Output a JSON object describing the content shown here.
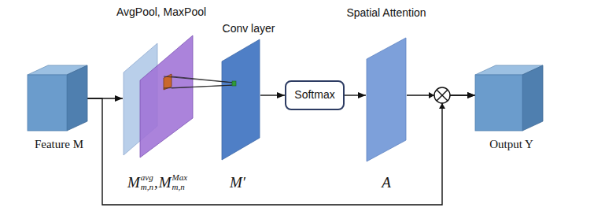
{
  "diagram": {
    "nodes": [
      {
        "text": [
          "Feature M"
        ]
      },
      {
        "text": [
          "AvgPool, MaxPool",
          "M",
          "avg",
          "m,n",
          ",",
          "M",
          "Max",
          "m,n"
        ]
      },
      {
        "text": [
          "Conv layer",
          "M′"
        ]
      },
      {
        "text": [
          "Softmax"
        ]
      },
      {
        "text": [
          "Spatial Attention",
          "A"
        ]
      },
      {
        "text": [
          "Output Y"
        ]
      }
    ],
    "edges": [
      {
        "from": 0,
        "to": 1,
        "arrow": "to"
      },
      {
        "from": 2,
        "to": 3,
        "arrow": "to"
      },
      {
        "from": 3,
        "to": 4,
        "arrow": "to"
      },
      {
        "from": 4,
        "to": 5,
        "arrow": "to"
      },
      {
        "from": 0,
        "to": 5,
        "arrow": "to"
      }
    ]
  }
}
